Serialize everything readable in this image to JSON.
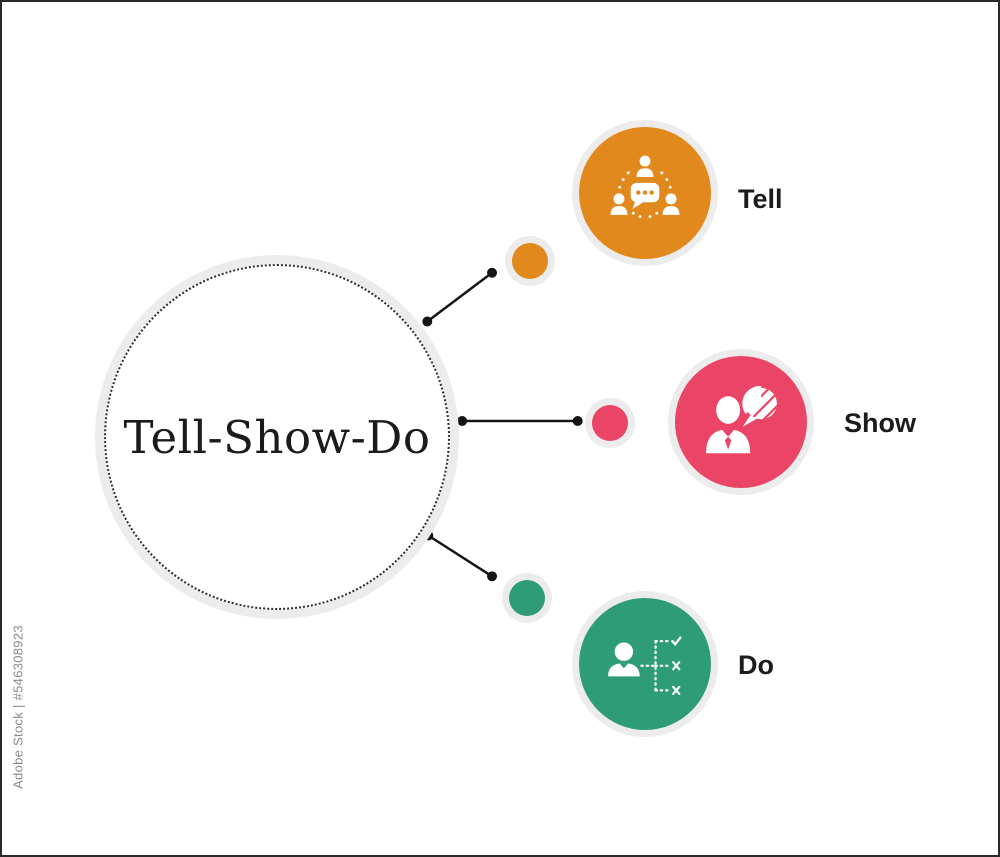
{
  "watermark": {
    "text": "Adobe Stock | #546308923"
  },
  "main_topic": {
    "label": "Tell-Show-Do"
  },
  "items": [
    {
      "id": "tell",
      "label": "Tell",
      "color": "#E2891D",
      "icon": "group-discussion-icon"
    },
    {
      "id": "show",
      "label": "Show",
      "color": "#EA4566",
      "icon": "person-speech-bubble-icon"
    },
    {
      "id": "do",
      "label": "Do",
      "color": "#2E9C77",
      "icon": "person-task-checklist-icon"
    }
  ],
  "colors": {
    "halo_ring": "#ECECEC",
    "connector": "#141414",
    "heading_text": "#1B1B1B",
    "watermark_text": "#8A8A8A",
    "background": "#FFFFFF",
    "frame_border": "#2A2A2A"
  }
}
